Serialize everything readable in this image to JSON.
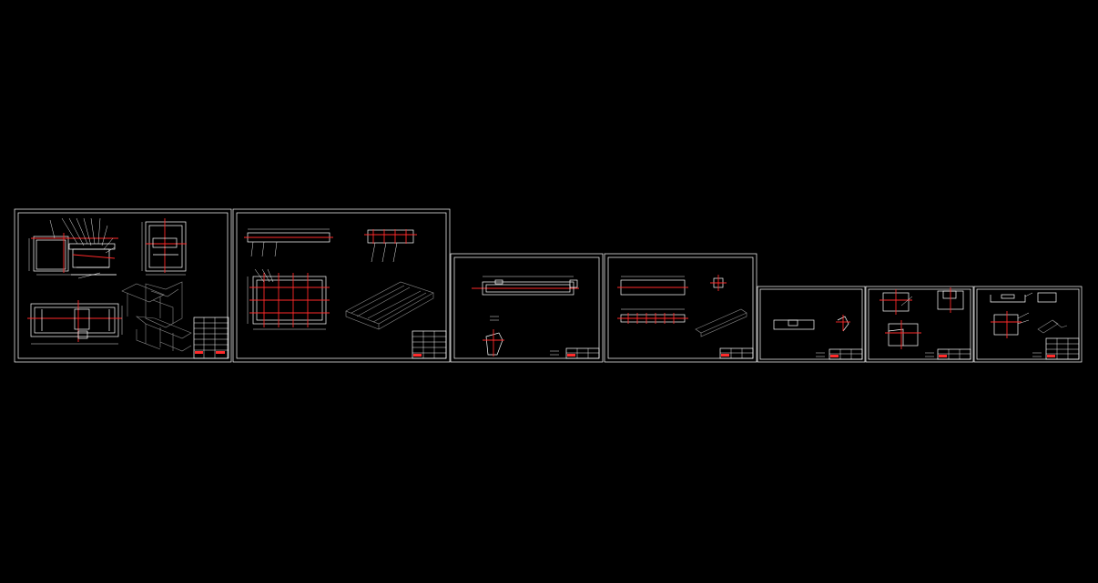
{
  "canvas": {
    "background": "#000000",
    "line_color": "#ffffff",
    "accent_color": "#ff2a2a",
    "hidden_color": "#8a8a8a"
  },
  "sheets": [
    {
      "id": "sheet-1",
      "content": "assembly-views"
    },
    {
      "id": "sheet-2",
      "content": "frame-assembly"
    },
    {
      "id": "sheet-3",
      "content": "beam-part"
    },
    {
      "id": "sheet-4",
      "content": "rail-part"
    },
    {
      "id": "sheet-5",
      "content": "bracket-part"
    },
    {
      "id": "sheet-6",
      "content": "plate-parts"
    },
    {
      "id": "sheet-7",
      "content": "clamp-part"
    }
  ]
}
